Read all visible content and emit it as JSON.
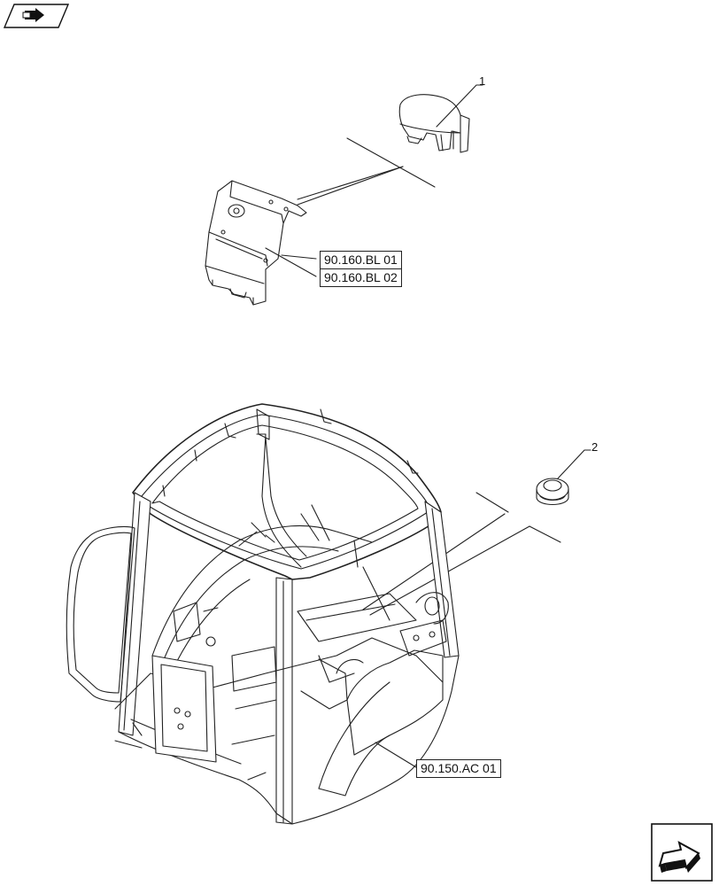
{
  "icons": {
    "top_left": "prev-page-arrow-icon",
    "bottom_right": "next-page-arrow-icon"
  },
  "callouts": {
    "item1": "1",
    "item2": "2"
  },
  "references": {
    "bl01": "90.160.BL 01",
    "bl02": "90.160.BL 02",
    "ac01": "90.150.AC 01"
  }
}
